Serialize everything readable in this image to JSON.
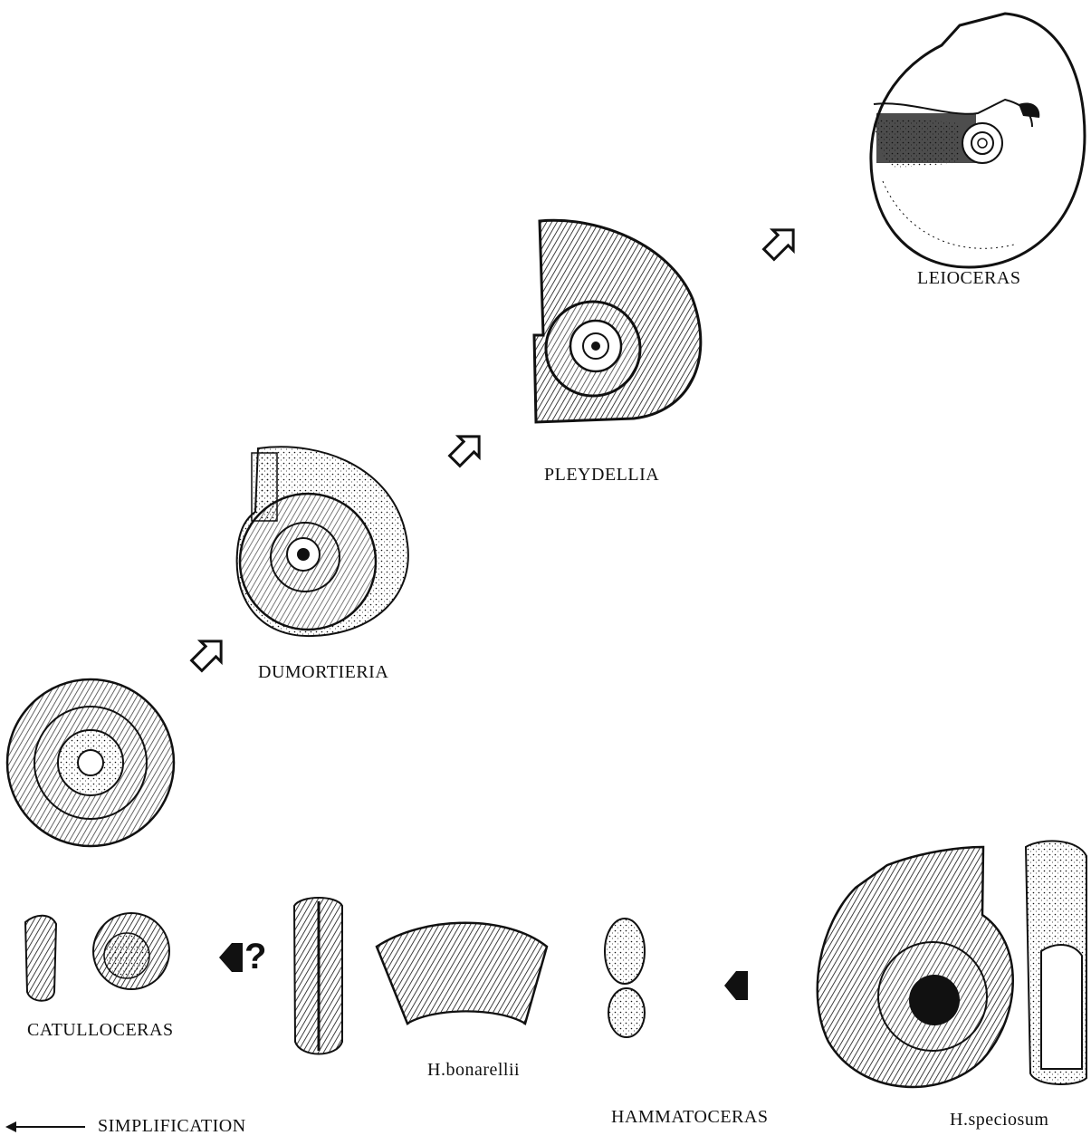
{
  "labels": {
    "leioceras": "LEIOCERAS",
    "pleydellia": "PLEYDELLIA",
    "dumortieria": "DUMORTIERIA",
    "catulloceras": "CATULLOCERAS",
    "h_bonarellii": "H.bonarellii",
    "hammatoceras": "HAMMATOCERAS",
    "h_speciosum": "H.speciosum",
    "simplification": "SIMPLIFICATION",
    "uncertain_mark": "?"
  },
  "specimens": [
    {
      "name": "Leioceras",
      "icon": "smooth-ammonite"
    },
    {
      "name": "Pleydellia",
      "icon": "ribbed-ammonite-fragment"
    },
    {
      "name": "Dumortieria",
      "icon": "ribbed-ammonite"
    },
    {
      "name": "Catulloceras",
      "icon": "evolute-ammonite"
    },
    {
      "name": "H.bonarellii",
      "icon": "whorl-fragment"
    },
    {
      "name": "H.speciosum",
      "icon": "involute-ammonite"
    }
  ],
  "arrows": {
    "upper_style": "open-outline",
    "lower_style": "filled-black"
  },
  "colors": {
    "ink": "#111111",
    "paper": "#ffffff"
  }
}
